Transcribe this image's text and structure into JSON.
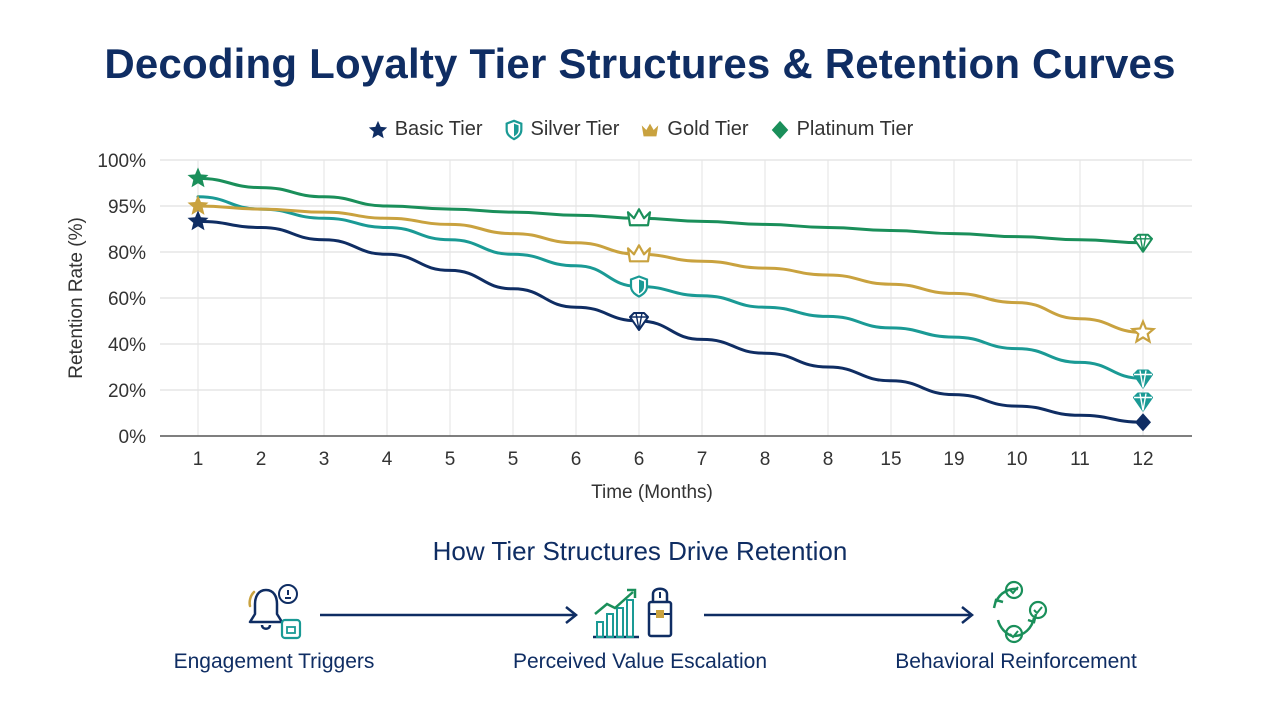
{
  "title": "Decoding Loyalty Tier Structures & Retention Curves",
  "legend": [
    {
      "label": "Basic Tier",
      "icon": "star-icon",
      "color": "#0f2d63"
    },
    {
      "label": "Silver Tier",
      "icon": "shield-icon",
      "color": "#1a9a95"
    },
    {
      "label": "Gold Tier",
      "icon": "crown-icon",
      "color": "#c9a23f"
    },
    {
      "label": "Platinum Tier",
      "icon": "diamond-icon",
      "color": "#1a8f5a"
    }
  ],
  "chart_data": {
    "type": "line",
    "title": "Decoding Loyalty Tier Structures & Retention Curves",
    "xlabel": "Time (Months)",
    "ylabel": "Retention Rate (%)",
    "x_tick_labels": [
      "1",
      "2",
      "3",
      "4",
      "5",
      "5",
      "6",
      "6",
      "7",
      "8",
      "8",
      "15",
      "19",
      "10",
      "11",
      "12"
    ],
    "y_tick_labels": [
      "100%",
      "95%",
      "80%",
      "60%",
      "40%",
      "20%",
      "0%"
    ],
    "grid": true,
    "legend_position": "top-center",
    "series": [
      {
        "name": "Basic Tier",
        "color": "#0f2d63",
        "values": [
          90,
          88,
          84,
          79,
          72,
          64,
          56,
          50,
          42,
          36,
          30,
          24,
          18,
          13,
          9,
          6
        ]
      },
      {
        "name": "Silver Tier",
        "color": "#1a9a95",
        "values": [
          96,
          94,
          91,
          88,
          84,
          79,
          74,
          65,
          61,
          56,
          52,
          47,
          43,
          38,
          32,
          25
        ]
      },
      {
        "name": "Gold Tier",
        "color": "#c9a23f",
        "values": [
          95,
          94,
          93,
          91,
          89,
          86,
          83,
          79,
          76,
          73,
          70,
          66,
          62,
          58,
          51,
          45
        ]
      },
      {
        "name": "Platinum Tier",
        "color": "#1a8f5a",
        "values": [
          98,
          97,
          96,
          95,
          94,
          93,
          92,
          91,
          90,
          89,
          88,
          87,
          86,
          85,
          84,
          83
        ]
      }
    ]
  },
  "flow": {
    "heading": "How Tier Structures Drive Retention",
    "steps": [
      {
        "label": "Engagement Triggers",
        "icon": "bell-icon"
      },
      {
        "label": "Perceived Value Escalation",
        "icon": "growth-lock-icon"
      },
      {
        "label": "Behavioral Reinforcement",
        "icon": "cycle-icon"
      }
    ]
  }
}
